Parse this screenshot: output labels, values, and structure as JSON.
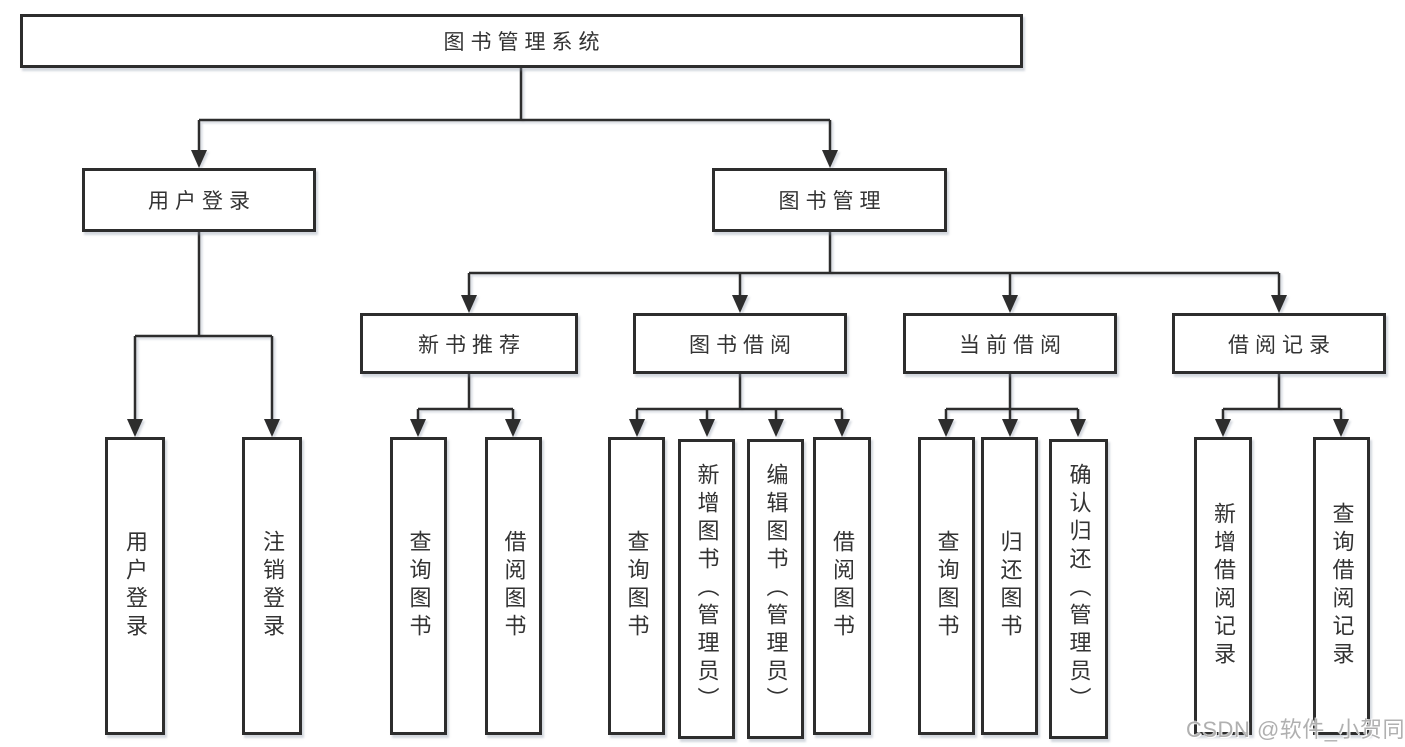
{
  "diagram": {
    "root": {
      "label": "图书管理系统"
    },
    "level2": {
      "user_login": {
        "label": "用户登录"
      },
      "book_mgmt": {
        "label": "图书管理"
      }
    },
    "level3": {
      "new_book_rec": {
        "label": "新书推荐"
      },
      "book_borrow": {
        "label": "图书借阅"
      },
      "current_borrow": {
        "label": "当前借阅"
      },
      "borrow_record": {
        "label": "借阅记录"
      }
    },
    "leaves": {
      "user_login": {
        "label": "用户登录"
      },
      "logout": {
        "label": "注销登录"
      },
      "rec_query_book": {
        "label": "查询图书"
      },
      "rec_borrow_book": {
        "label": "借阅图书"
      },
      "bb_query_book": {
        "label": "查询图书"
      },
      "bb_add_book": {
        "label": "新增图书（管理员）"
      },
      "bb_edit_book": {
        "label": "编辑图书（管理员）"
      },
      "bb_borrow_book": {
        "label": "借阅图书"
      },
      "cb_query_book": {
        "label": "查询图书"
      },
      "cb_return_book": {
        "label": "归还图书"
      },
      "cb_confirm_return": {
        "label": "确认归还（管理员）"
      },
      "br_add_record": {
        "label": "新增借阅记录"
      },
      "br_query_record": {
        "label": "查询借阅记录"
      }
    }
  },
  "watermark": {
    "text": "CSDN @软件_小贺同学"
  },
  "colors": {
    "line": "#2d2d2d",
    "text": "#333333",
    "background": "#ffffff",
    "watermark": "#b0b0b0"
  }
}
